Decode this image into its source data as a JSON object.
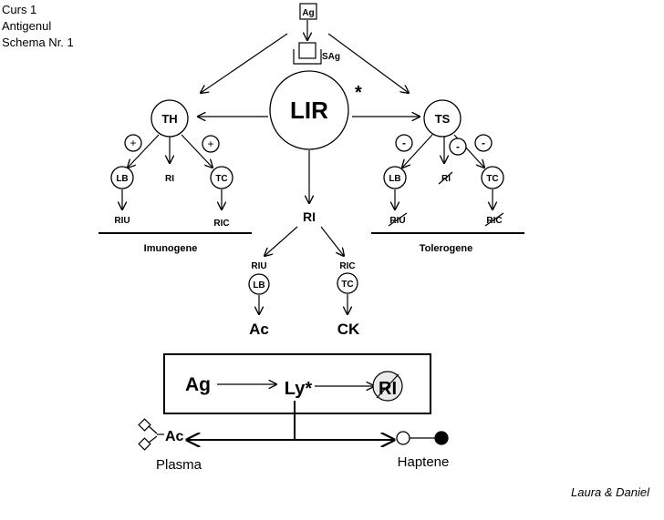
{
  "header": {
    "line1": "Curs 1",
    "line2": "Antigenul",
    "line3": "Schema Nr. 1"
  },
  "nodes": {
    "ag": "Ag",
    "sag": "SAg",
    "lir": "LIR",
    "star": "*",
    "th": "TH",
    "ts": "TS",
    "lb": "LB",
    "ri": "RI",
    "tc": "TC",
    "riu": "RIU",
    "ric": "RIC",
    "plus": "+",
    "minus": "-",
    "ac": "Ac",
    "ck": "CK",
    "ly": "Ly*",
    "plasma": "Plasma",
    "haptene": "Haptene"
  },
  "groups": {
    "left": "Imunogene",
    "right": "Tolerogene"
  },
  "footer": {
    "credit": "Laura & Daniel"
  }
}
